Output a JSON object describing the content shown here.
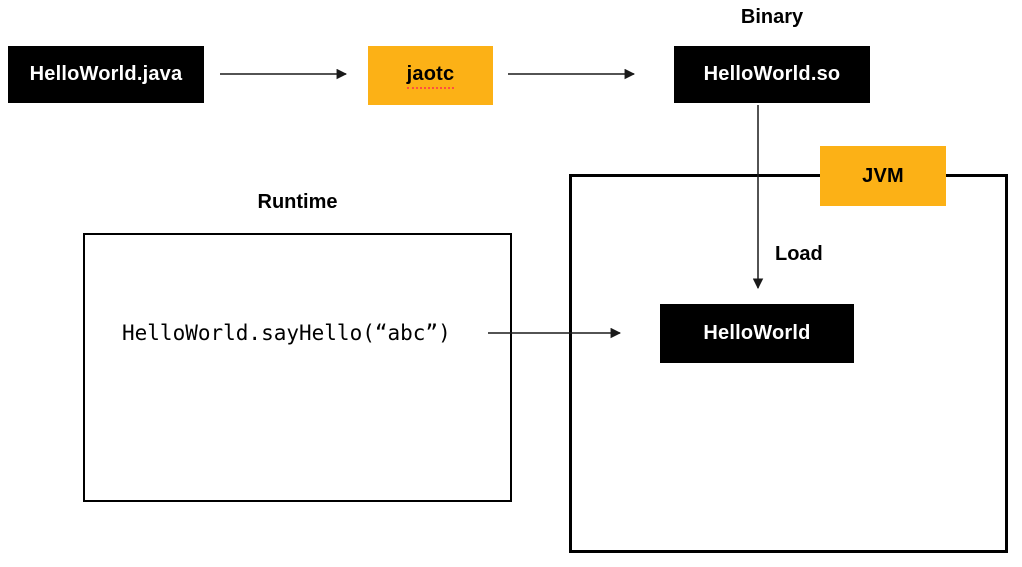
{
  "colors": {
    "canvas_bg": "#ffffff",
    "node_black": "#000000",
    "node_orange": "#fcb116",
    "node_text_light": "#ffffff",
    "text_dark": "#000000",
    "arrow": "#1a1a1a",
    "spellcheck_underline": "#ff4f42"
  },
  "nodes": {
    "helloworld_java": {
      "label": "HelloWorld.java",
      "style": "black"
    },
    "jaotc": {
      "label": "jaotc",
      "style": "orange"
    },
    "helloworld_so": {
      "label": "HelloWorld.so",
      "style": "black"
    },
    "jvm": {
      "label": "JVM",
      "style": "orange"
    },
    "helloworld": {
      "label": "HelloWorld",
      "style": "black"
    },
    "runtime_code": {
      "label": "HelloWorld.sayHello(“abc”)",
      "style": "code"
    }
  },
  "labels": {
    "binary": "Binary",
    "runtime": "Runtime",
    "load": "Load"
  },
  "edges": [
    {
      "from": "helloworld_java",
      "to": "jaotc"
    },
    {
      "from": "jaotc",
      "to": "helloworld_so"
    },
    {
      "from": "helloworld_so",
      "to": "helloworld",
      "label": "Load"
    },
    {
      "from": "runtime_code",
      "to": "helloworld"
    }
  ]
}
